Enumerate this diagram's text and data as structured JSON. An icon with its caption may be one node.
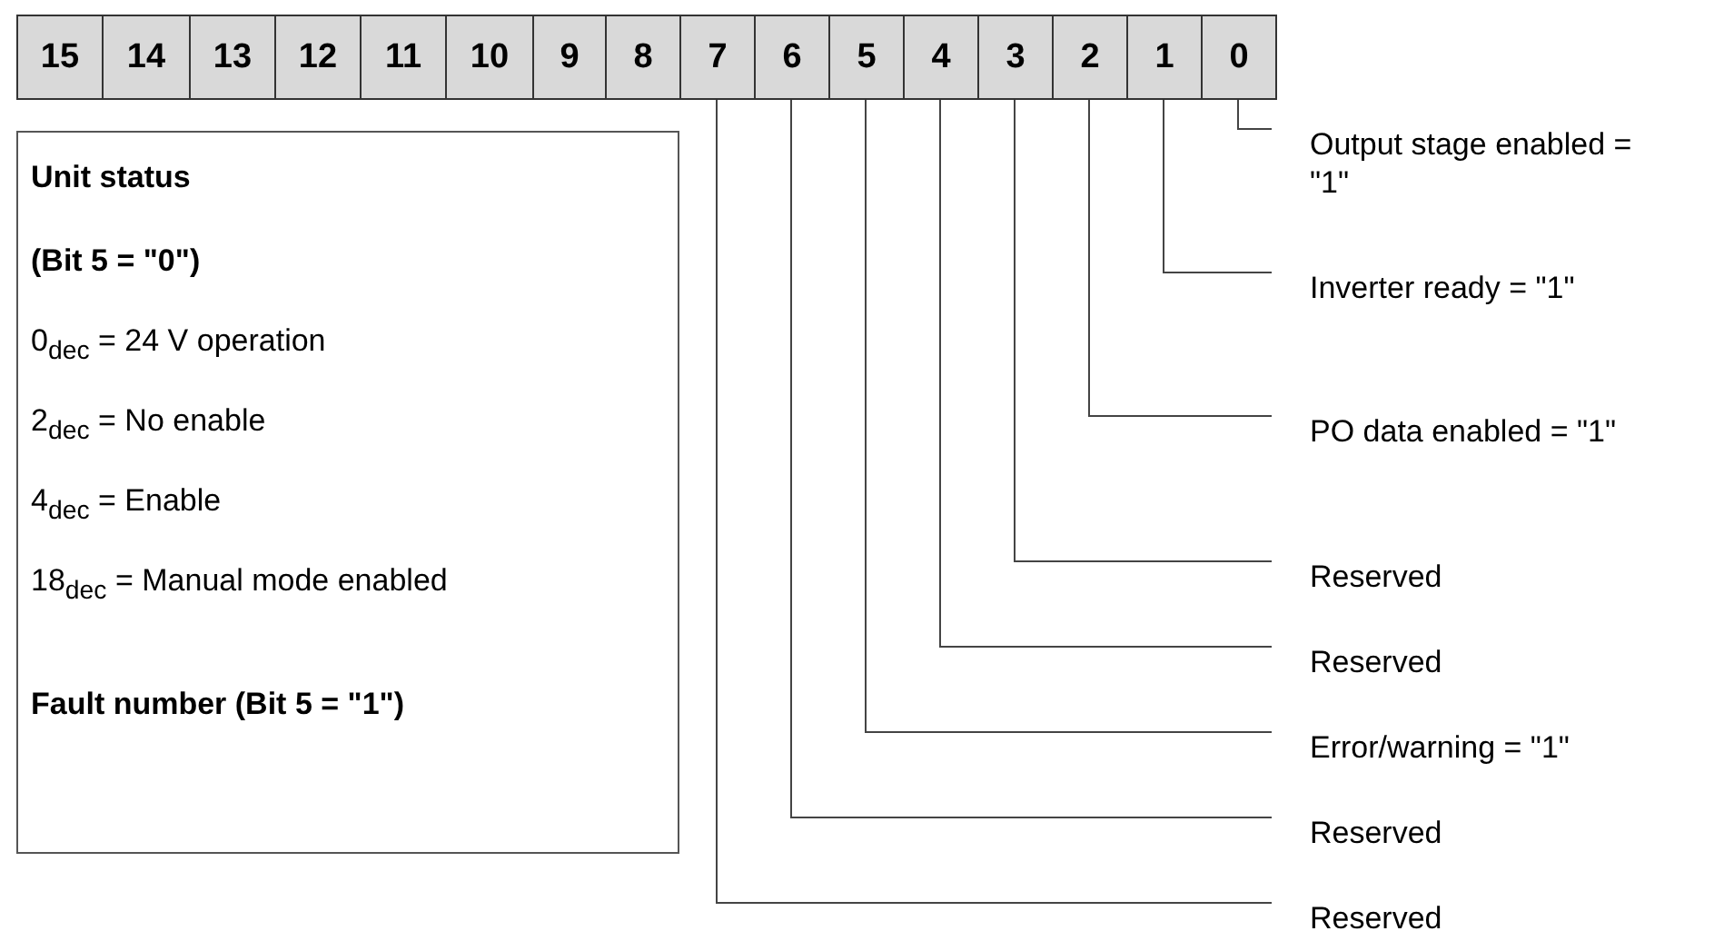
{
  "diagram": {
    "nodes": [
      {
        "text": [
          "15"
        ]
      },
      {
        "text": [
          "14"
        ]
      },
      {
        "text": [
          "13"
        ]
      },
      {
        "text": [
          "12"
        ]
      },
      {
        "text": [
          "11"
        ]
      },
      {
        "text": [
          "10"
        ]
      },
      {
        "text": [
          "9"
        ]
      },
      {
        "text": [
          "8"
        ]
      },
      {
        "text": [
          "7"
        ]
      },
      {
        "text": [
          "6"
        ]
      },
      {
        "text": [
          "5"
        ]
      },
      {
        "text": [
          "4"
        ]
      },
      {
        "text": [
          "3"
        ]
      },
      {
        "text": [
          "2"
        ]
      },
      {
        "text": [
          "1"
        ]
      },
      {
        "text": [
          "0"
        ]
      },
      {
        "text": [
          "Unit status",
          "(Bit 5 = \"0\")",
          "0$_{dec}$ = 24 V operation",
          "2$_{dec}$ = No enable",
          "4$_{dec}$ = Enable",
          "18$_{dec}$ = Manual mode enabled",
          "Fault number (Bit 5 = \"1\")"
        ]
      },
      {
        "text": [
          "Output stage enabled = \"1\""
        ]
      },
      {
        "text": [
          "Inverter ready = \"1\""
        ]
      },
      {
        "text": [
          "PO data enabled = \"1\""
        ]
      },
      {
        "text": [
          "Reserved"
        ]
      },
      {
        "text": [
          "Reserved"
        ]
      },
      {
        "text": [
          "Error/warning = \"1\""
        ]
      },
      {
        "text": [
          "Reserved"
        ]
      },
      {
        "text": [
          "Reserved"
        ]
      }
    ],
    "edges": [
      {
        "from": 15,
        "to": 17,
        "arrow": "none"
      },
      {
        "from": 14,
        "to": 18,
        "arrow": "none"
      },
      {
        "from": 13,
        "to": 19,
        "arrow": "none"
      },
      {
        "from": 12,
        "to": 20,
        "arrow": "none"
      },
      {
        "from": 11,
        "to": 21,
        "arrow": "none"
      },
      {
        "from": 10,
        "to": 22,
        "arrow": "none"
      },
      {
        "from": 9,
        "to": 23,
        "arrow": "none"
      },
      {
        "from": 8,
        "to": 24,
        "arrow": "none"
      }
    ]
  }
}
